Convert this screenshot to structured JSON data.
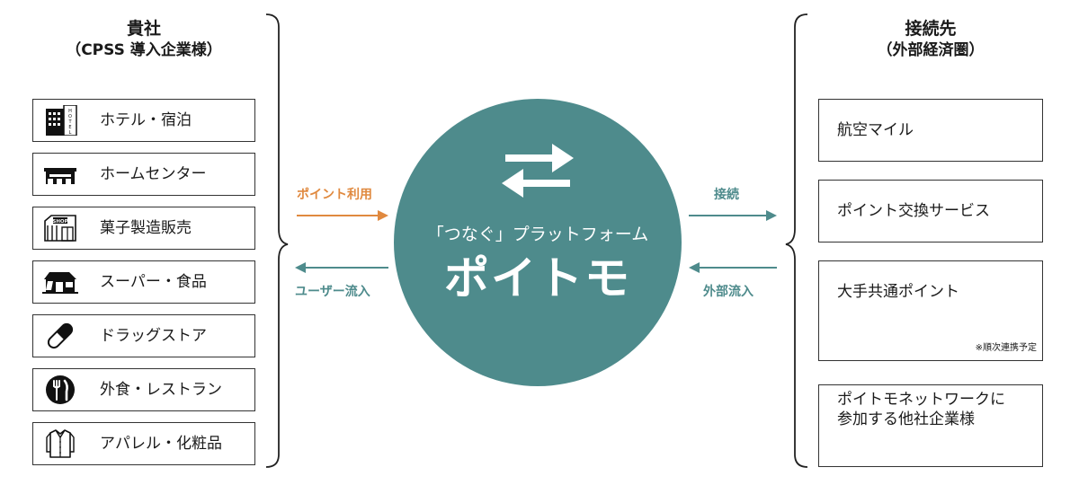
{
  "colors": {
    "teal": "#4e8b8c",
    "orange": "#e0893f",
    "dark": "#1a1a1a"
  },
  "left": {
    "title_line1": "貴社",
    "title_line2": "（CPSS 導入企業様）",
    "items": [
      {
        "label": "ホテル・宿泊",
        "icon": "hotel-building-icon"
      },
      {
        "label": "ホームセンター",
        "icon": "home-center-store-icon"
      },
      {
        "label": "菓子製造販売",
        "icon": "shop-storefront-icon"
      },
      {
        "label": "スーパー・食品",
        "icon": "supermarket-icon"
      },
      {
        "label": "ドラッグストア",
        "icon": "capsule-pill-icon"
      },
      {
        "label": "外食・レストラン",
        "icon": "fork-knife-icon"
      },
      {
        "label": "アパレル・化粧品",
        "icon": "shirt-icon"
      }
    ]
  },
  "right": {
    "title_line1": "接続先",
    "title_line2": "（外部経済圏）",
    "items": [
      {
        "label": "航空マイル"
      },
      {
        "label": "ポイント交換サービス"
      },
      {
        "label": "大手共通ポイント",
        "note": "※順次連携予定"
      },
      {
        "label_line1": "ポイトモネットワークに",
        "label_line2": "参加する他社企業様"
      }
    ]
  },
  "center": {
    "subtitle": "「つなぐ」プラットフォーム",
    "name": "ポイトモ",
    "icon": "exchange-arrows-icon"
  },
  "arrows": {
    "point_use": "ポイント利用",
    "user_inflow": "ユーザー流入",
    "connect": "接続",
    "external_inflow": "外部流入"
  }
}
